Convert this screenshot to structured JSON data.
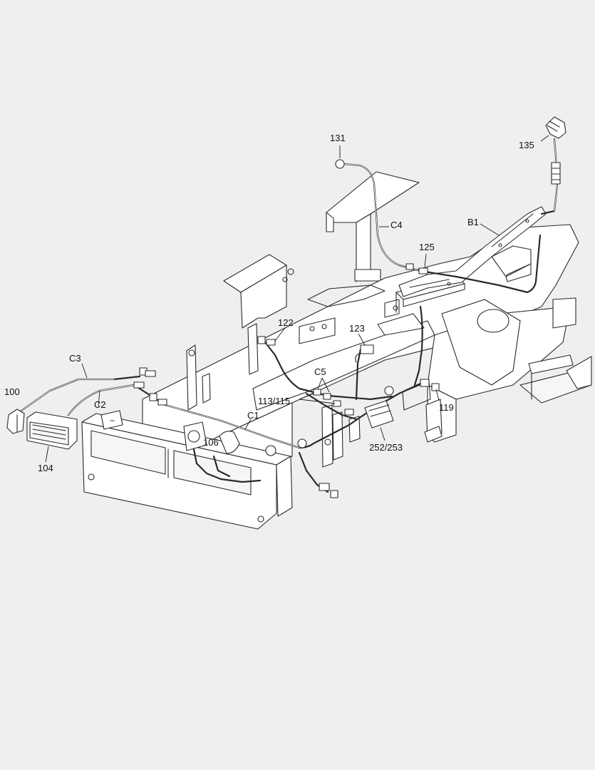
{
  "labels": {
    "l131": "131",
    "l135": "135",
    "lB1": "B1",
    "lC4": "C4",
    "l125": "125",
    "l122": "122",
    "l123": "123",
    "lC3": "C3",
    "lC5": "C5",
    "l100": "100",
    "lC2": "C2",
    "l113": "113/115",
    "lC1": "C1",
    "l119": "119",
    "l106": "106",
    "l252": "252/253",
    "l104": "104"
  }
}
